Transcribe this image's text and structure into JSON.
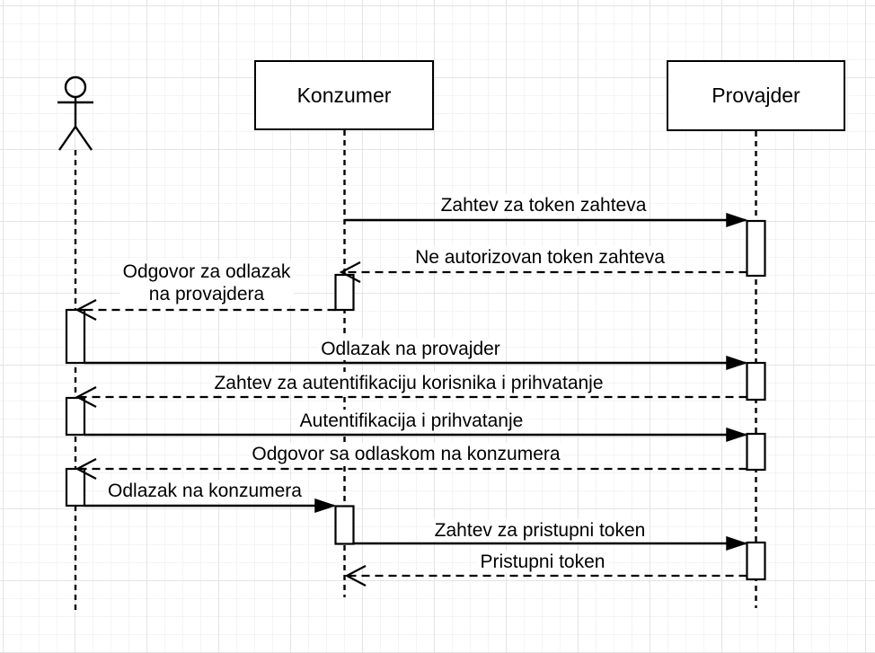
{
  "diagram": {
    "kind": "uml-sequence-diagram",
    "participants": [
      {
        "id": "korisnik",
        "type": "actor",
        "label": ""
      },
      {
        "id": "konzumer",
        "type": "object",
        "label": "Konzumer"
      },
      {
        "id": "provajder",
        "type": "object",
        "label": "Provajder"
      }
    ],
    "messages": [
      {
        "label": "Zahtev za token zahteva",
        "from": "konzumer",
        "to": "provajder",
        "line": "solid",
        "arrowhead": "filled"
      },
      {
        "label": "Ne autorizovan token zahteva",
        "from": "provajder",
        "to": "konzumer",
        "line": "dashed",
        "arrowhead": "open"
      },
      {
        "label": "Odgovor za odlazak na provajdera",
        "label_lines": [
          "Odgovor za odlazak",
          "na provajdera"
        ],
        "from": "konzumer",
        "to": "korisnik",
        "line": "dashed",
        "arrowhead": "open"
      },
      {
        "label": "Odlazak na provajder",
        "from": "korisnik",
        "to": "provajder",
        "line": "solid",
        "arrowhead": "filled"
      },
      {
        "label": "Zahtev za autentifikaciju korisnika i prihvatanje",
        "from": "provajder",
        "to": "korisnik",
        "line": "dashed",
        "arrowhead": "open"
      },
      {
        "label": "Autentifikacija i prihvatanje",
        "from": "korisnik",
        "to": "provajder",
        "line": "solid",
        "arrowhead": "filled"
      },
      {
        "label": "Odgovor sa odlaskom na konzumera",
        "from": "provajder",
        "to": "korisnik",
        "line": "dashed",
        "arrowhead": "open"
      },
      {
        "label": "Odlazak na konzumera",
        "from": "korisnik",
        "to": "konzumer",
        "line": "solid",
        "arrowhead": "filled"
      },
      {
        "label": "Zahtev za pristupni token",
        "from": "konzumer",
        "to": "provajder",
        "line": "solid",
        "arrowhead": "filled"
      },
      {
        "label": "Pristupni token",
        "from": "provajder",
        "to": "konzumer",
        "line": "dashed",
        "arrowhead": "open"
      }
    ],
    "colors": {
      "stroke": "#000000",
      "shape_fill": "#ffffff",
      "background": "#ffffff",
      "grid_minor": "#f4f4f4",
      "grid_major": "#e4e4e4"
    }
  }
}
